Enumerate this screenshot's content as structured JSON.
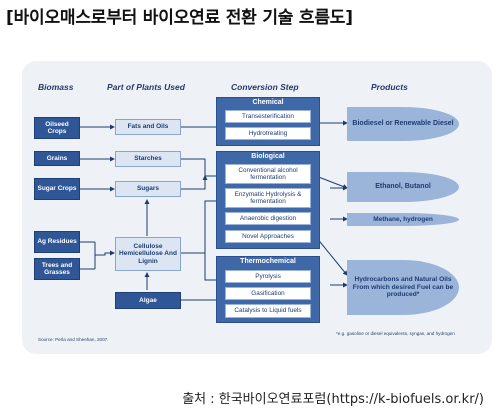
{
  "title": "[바이오매스로부터 바이오연료 전환 기술 흐름도]",
  "headers": {
    "biomass": "Biomass",
    "plants": "Part of Plants Used",
    "conversion": "Conversion Step",
    "products": "Products"
  },
  "biomass": {
    "oilseed": "Oilseed Crops",
    "grains": "Grains",
    "sugar": "Sugar Crops",
    "ag": "Ag Residues",
    "trees": "Trees and Grasses"
  },
  "plants": {
    "fats": "Fats and Oils",
    "starches": "Starches",
    "sugars": "Sugars",
    "cellulose": "Cellulose Hemicellulose And Lignin",
    "algae": "Algae"
  },
  "groups": {
    "chemical": {
      "label": "Chemical",
      "steps": [
        "Transesterification",
        "Hydrotreating"
      ]
    },
    "biological": {
      "label": "Biological",
      "steps": [
        "Conventional alcohol fermentation",
        "Enzymatic Hydrolysis & fermentation",
        "Anaerobic digestion",
        "Novel Approaches"
      ]
    },
    "thermochemical": {
      "label": "Thermochemical",
      "steps": [
        "Pyrolysis",
        "Gasification",
        "Catalysis to Liquid fuels"
      ]
    }
  },
  "products": {
    "biodiesel": "Biodiesel or Renewable Diesel",
    "ethanol": "Ethanol, Butanol",
    "methane": "Methane, hydrogen",
    "hydrocarbons": "Hydrocarbons and Natural Oils From which desired Fuel can be produced*"
  },
  "source_note": "Source: Perla and Sheehan, 2007.",
  "footnote": "*e.g. gasoline or diesel equivalents, syngas, and hydrogen",
  "credit": "출처 : 한국바이오연료포럼(https://k-biofuels.or.kr/)",
  "colors": {
    "dark_box": "#2f5797",
    "plant_box": "#dce6f3",
    "group_box": "#3f68a8",
    "product": "#9ab4da",
    "panel": "#eef2f7",
    "arrow": "#1f3c72"
  }
}
